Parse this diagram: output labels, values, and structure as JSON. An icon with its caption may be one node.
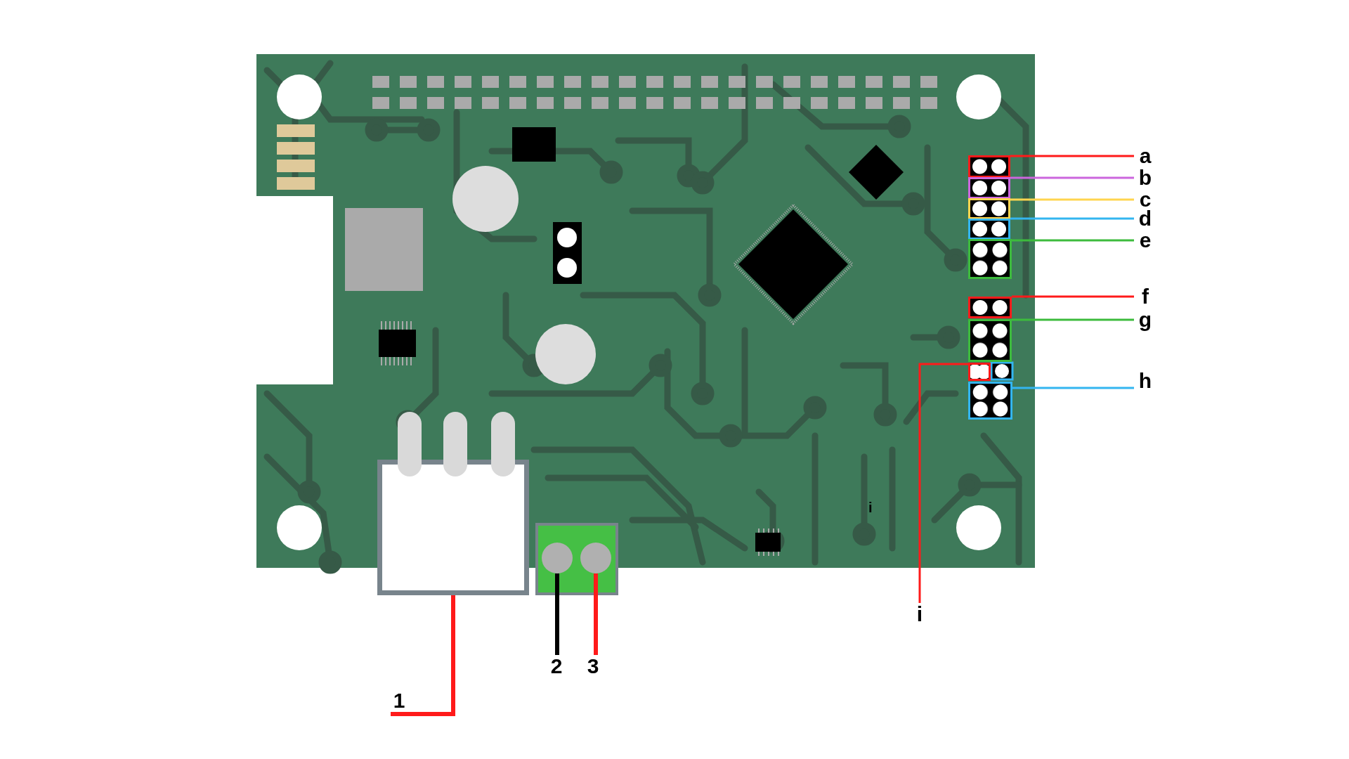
{
  "diagram": {
    "nodes": [
      {
        "text": [
          "a"
        ]
      },
      {
        "text": [
          "b"
        ]
      },
      {
        "text": [
          "c"
        ]
      },
      {
        "text": [
          "d"
        ]
      },
      {
        "text": [
          "e"
        ]
      },
      {
        "text": [
          "f"
        ]
      },
      {
        "text": [
          "g"
        ]
      },
      {
        "text": [
          "h"
        ]
      },
      {
        "text": [
          "i"
        ]
      },
      {
        "text": [
          "1"
        ]
      },
      {
        "text": [
          "2"
        ]
      },
      {
        "text": [
          "3"
        ]
      },
      {
        "text": [],
        "shape": "box"
      },
      {
        "text": [],
        "shape": "box"
      },
      {
        "text": [],
        "shape": "box"
      },
      {
        "text": [],
        "shape": "box"
      },
      {
        "text": [],
        "shape": "box"
      },
      {
        "text": [],
        "shape": "box"
      },
      {
        "text": [],
        "shape": "box"
      },
      {
        "text": [],
        "shape": "box"
      },
      {
        "text": [],
        "shape": "box"
      },
      {
        "text": [],
        "shape": "box"
      },
      {
        "text": [],
        "shape": "circle"
      },
      {
        "text": [],
        "shape": "circle"
      }
    ],
    "edges": [
      {
        "from": 0,
        "to": 12,
        "arrow": "none"
      },
      {
        "from": 1,
        "to": 13,
        "arrow": "none",
        "color": "#cc66dd"
      },
      {
        "from": 2,
        "to": 14,
        "arrow": "none",
        "color": "#ffd54f"
      },
      {
        "from": 3,
        "to": 15,
        "arrow": "none",
        "color": "#33b5f0"
      },
      {
        "from": 4,
        "to": 16,
        "arrow": "none",
        "color": "#3dbb3d"
      },
      {
        "from": 5,
        "to": 17,
        "arrow": "none"
      },
      {
        "from": 6,
        "to": 18,
        "arrow": "none",
        "color": "#3dbb3d"
      },
      {
        "from": 7,
        "to": 19,
        "arrow": "none",
        "color": "#33b5f0"
      },
      {
        "from": 8,
        "to": 20,
        "arrow": "none"
      },
      {
        "from": 9,
        "to": 21,
        "arrow": "none",
        "style": "thick"
      },
      {
        "from": 10,
        "to": 22,
        "arrow": "none",
        "style": "thick",
        "color": "#000000"
      },
      {
        "from": 11,
        "to": 23,
        "arrow": "none",
        "style": "thick"
      }
    ],
    "labels": [
      "i"
    ]
  }
}
